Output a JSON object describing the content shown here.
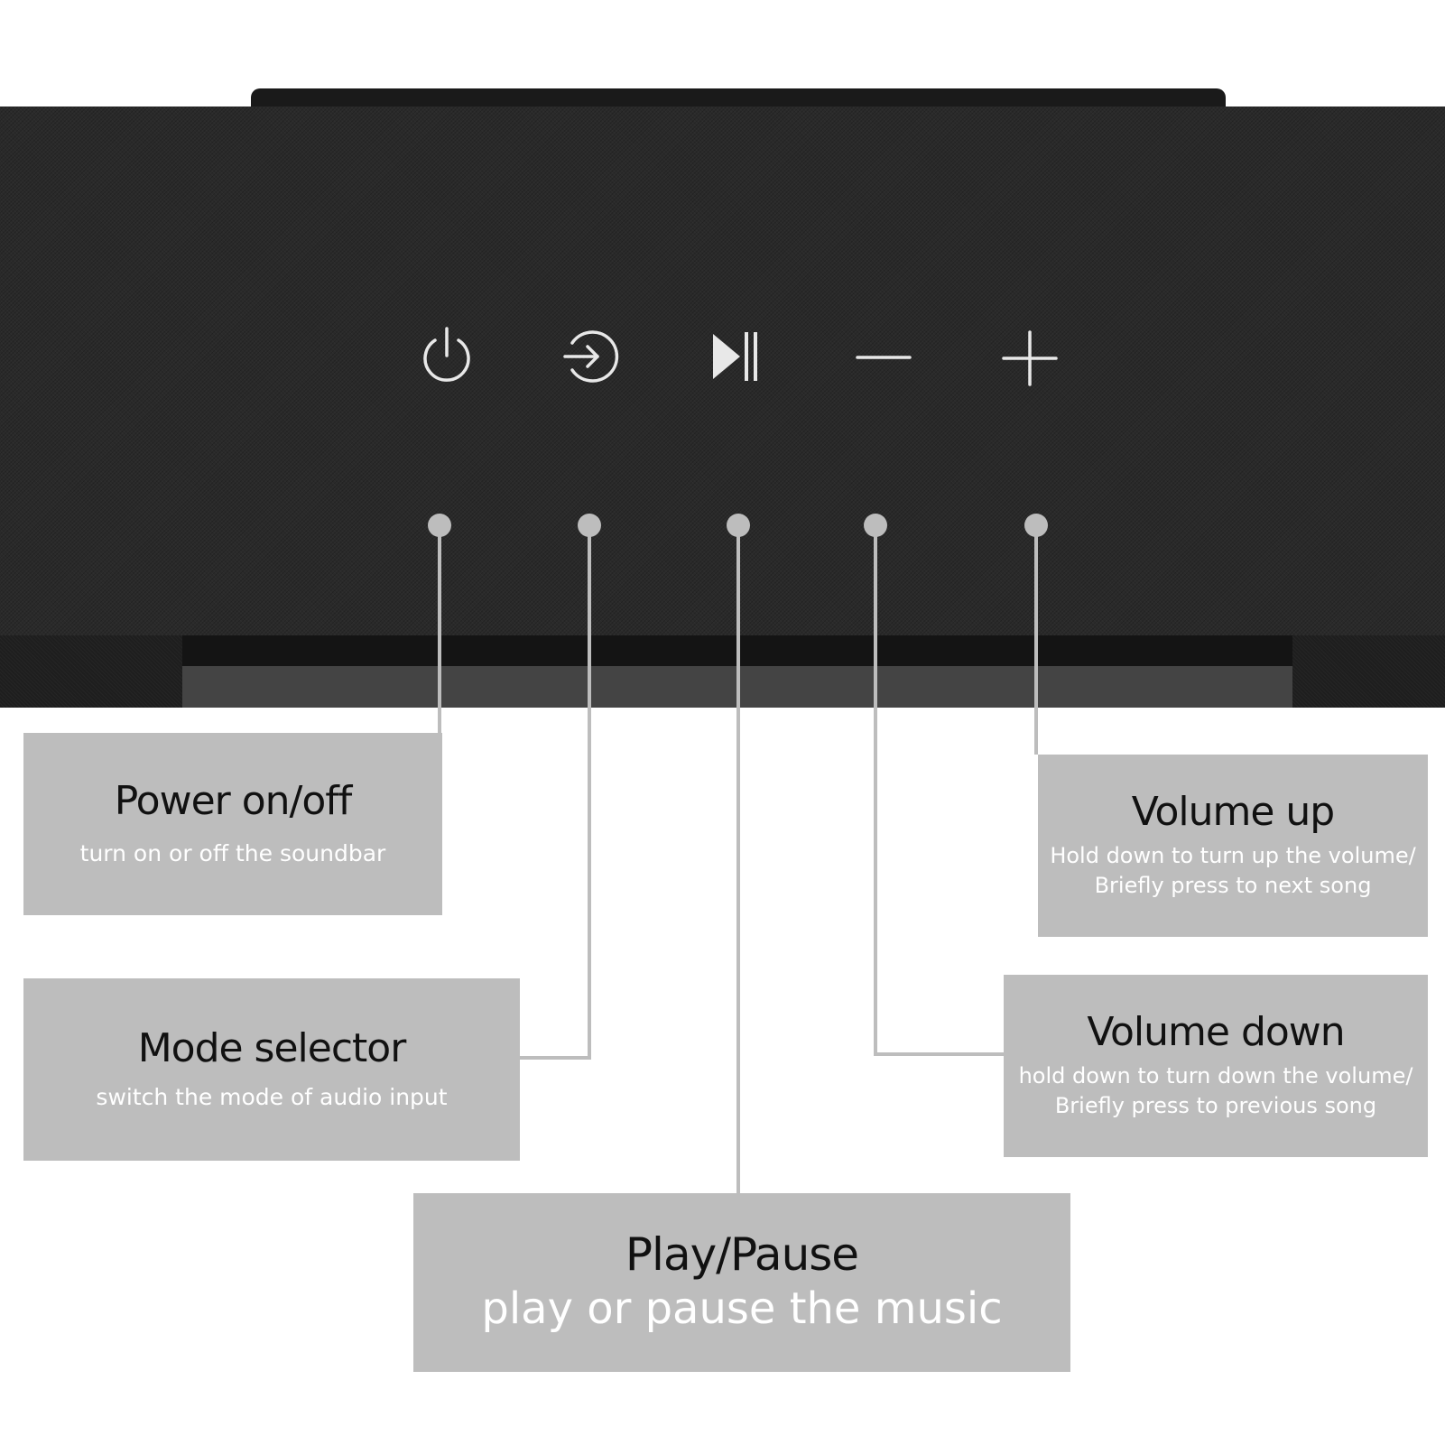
{
  "controls": [
    {
      "icon": "power-icon"
    },
    {
      "icon": "input-source-icon"
    },
    {
      "icon": "play-pause-icon"
    },
    {
      "icon": "minus-icon"
    },
    {
      "icon": "plus-icon"
    }
  ],
  "callouts": {
    "power": {
      "title": "Power on/off",
      "description": "turn on or off the soundbar"
    },
    "mode": {
      "title": "Mode selector",
      "description": "switch the mode of audio input"
    },
    "play": {
      "title": "Play/Pause",
      "description": "play or pause the music"
    },
    "volume_up": {
      "title": "Volume up",
      "description_line1": "Hold down to turn up the volume/",
      "description_line2": "Briefly press to next song"
    },
    "volume_down": {
      "title": "Volume down",
      "description_line1": "hold down to turn down the volume/",
      "description_line2": "Briefly press to previous song"
    }
  },
  "colors": {
    "soundbar": "#2a2a2a",
    "icon": "#e8e8e8",
    "callout_box": "#bdbdbd",
    "callout_line": "#bdbdbd",
    "title_text": "#111111",
    "description_text": "#ffffff"
  }
}
